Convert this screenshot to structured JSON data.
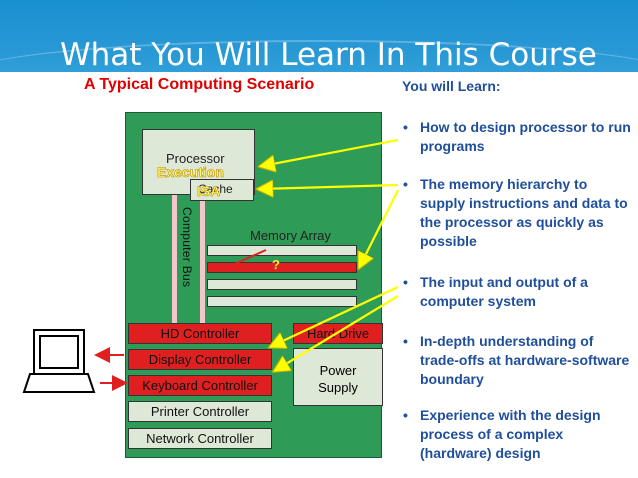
{
  "slide": {
    "title": "What You Will Learn In This Course",
    "subtitle": "A Typical Computing Scenario",
    "learn_heading": "You will Learn:"
  },
  "diagram": {
    "processor": "Processor",
    "execution": "Execution",
    "cache": "Cache",
    "isa": "ISA",
    "computer_bus": "Computer Bus",
    "memory_array": "Memory Array",
    "question_mark": "?",
    "hd_controller": "HD Controller",
    "hard_drive": "Hard Drive",
    "display_controller": "Display Controller",
    "keyboard_controller": "Keyboard Controller",
    "printer_controller": "Printer Controller",
    "network_controller": "Network Controller",
    "power_supply_line1": "Power",
    "power_supply_line2": "Supply"
  },
  "bullets": [
    "How to design processor to run programs",
    "The memory hierarchy to supply instructions and data to the processor as quickly as possible",
    "The input and output of a computer system",
    "In-depth understanding of trade-offs at hardware-software boundary",
    "Experience with the design process of a complex (hardware) design"
  ],
  "bullet_symbol": "•",
  "colors": {
    "header_blue": "#1a8fd0",
    "board_green": "#2e9b57",
    "component_fill": "#dde8d6",
    "controller_red": "#e02020",
    "arrow_yellow": "#ffff00",
    "heading_red": "#e00000",
    "bullet_blue": "#1f4e9a"
  },
  "icons": [
    "computer-monitor-icon",
    "keyboard-icon"
  ]
}
